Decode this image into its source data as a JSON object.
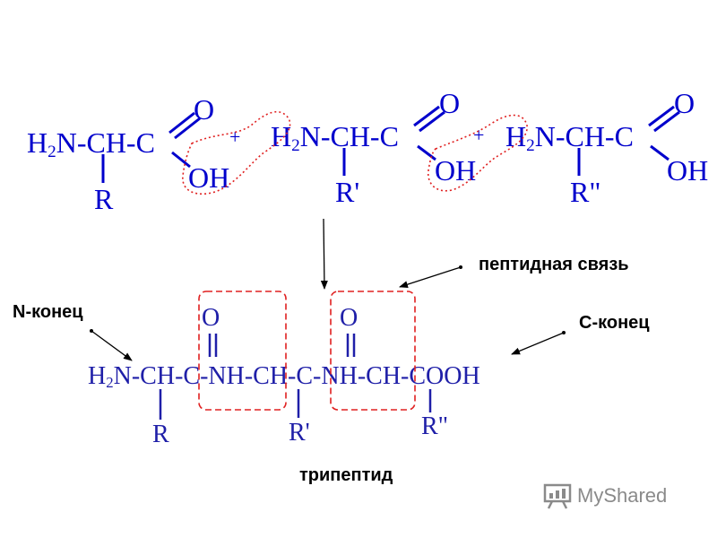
{
  "reaction": {
    "m1": {
      "h": "H",
      "sub2": "2",
      "chain": "N-CH-C",
      "o": "O",
      "oh": "OH",
      "r": "R"
    },
    "plus1": "+",
    "m2": {
      "h": "H",
      "sub2": "2",
      "chain": "N-CH-C",
      "o": "O",
      "oh": "OH",
      "r": "R'"
    },
    "plus2": "+",
    "m3": {
      "h": "H",
      "sub2": "2",
      "chain": "N-CH-C",
      "o": "O",
      "oh": "OH",
      "r": "R\""
    }
  },
  "product": {
    "h": "H",
    "sub2": "2",
    "chain": "N-CH-C-NH-CH-C-NH-CH-COOH",
    "o1": "O",
    "o2": "O",
    "r1": "R",
    "r2": "R'",
    "r3": "R\""
  },
  "labels": {
    "peptide_bond": "пептидная связь",
    "n_terminus": "N-конец",
    "c_terminus": "С-конец",
    "tripeptide": "трипептид"
  },
  "watermark": "MyShared",
  "colors": {
    "molecule": "#0000cc",
    "product": "#1f1fa8",
    "dotted_highlight": "#e02020",
    "dashed_box": "#e02020"
  }
}
